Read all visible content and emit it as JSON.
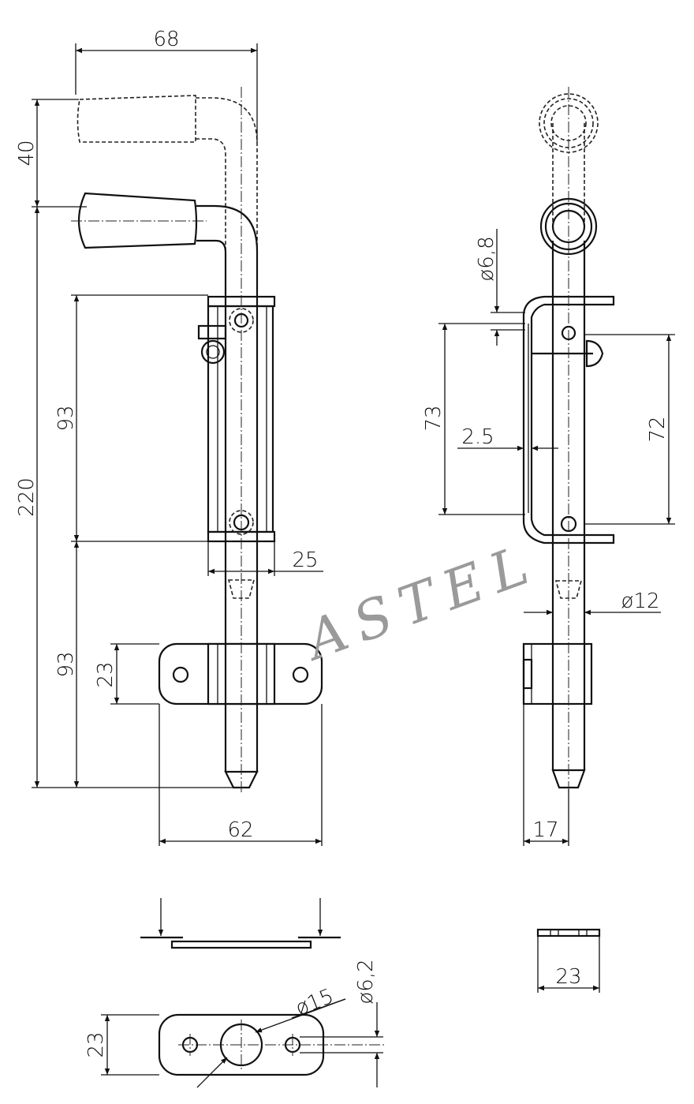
{
  "watermark": "ASTEL",
  "dimensions": {
    "top_width": "68",
    "handle_offset": "40",
    "total_length": "220",
    "upper_length": "93",
    "lower_length": "93",
    "plate_height": "23",
    "plate_width": "62",
    "bracket_width": "25",
    "hole_diameter": "ø6,8",
    "side_length": "73",
    "side_length2": "72",
    "thickness": "2.5",
    "pin_diameter": "ø12",
    "depth": "17",
    "bottom_plate_height": "23",
    "bore_diameter": "ø15",
    "small_hole_diameter": "ø6,2",
    "end_view_width": "23"
  }
}
